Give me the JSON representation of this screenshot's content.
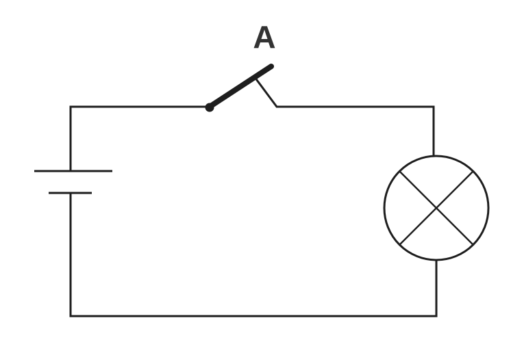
{
  "diagram": {
    "labels": {
      "switch": "A"
    },
    "components": {
      "switch_state": "open",
      "battery_cells": 1,
      "lamp_symbol": "circle-with-cross"
    },
    "colors": {
      "line": "#1e1e1e",
      "label": "#333333",
      "background": "#ffffff"
    }
  }
}
